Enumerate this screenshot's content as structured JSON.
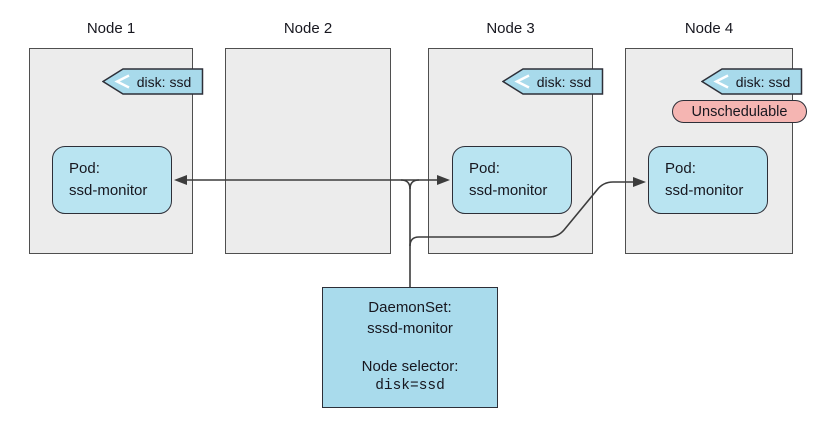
{
  "nodes": [
    {
      "label": "Node 1",
      "tag": "disk: ssd",
      "pod_title": "Pod:",
      "pod_name": "ssd-monitor"
    },
    {
      "label": "Node 2"
    },
    {
      "label": "Node 3",
      "tag": "disk: ssd",
      "pod_title": "Pod:",
      "pod_name": "ssd-monitor"
    },
    {
      "label": "Node 4",
      "tag": "disk: ssd",
      "badge": "Unschedulable",
      "pod_title": "Pod:",
      "pod_name": "ssd-monitor"
    }
  ],
  "daemonset": {
    "title": "DaemonSet:",
    "name": "sssd-monitor",
    "selector_label": "Node selector:",
    "selector_value": "disk=ssd"
  },
  "icons": {
    "tag_chevron": "chevron-left-icon"
  },
  "colors": {
    "node_fill": "#ececec",
    "node_border": "#4f4f4f",
    "pod_fill": "#b9e4f1",
    "tag_fill": "#a8daeb",
    "daemonset_fill": "#a9dbec",
    "badge_fill": "#f5b5b2",
    "dark_border": "#2d2f38",
    "line": "#3c3c3c",
    "text": "#17171f"
  }
}
